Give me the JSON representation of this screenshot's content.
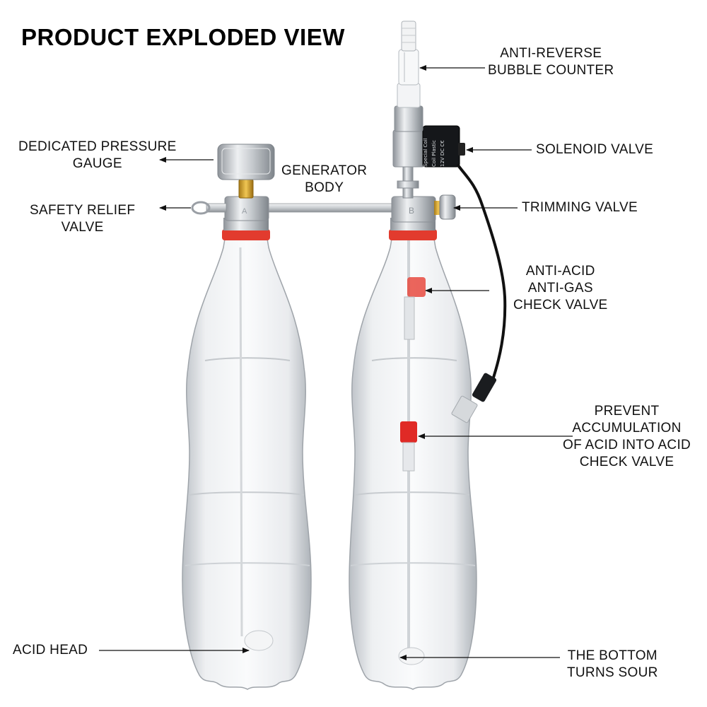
{
  "title": "PRODUCT EXPLODED VIEW",
  "labels": {
    "bubble_counter": [
      "ANTI-REVERSE",
      "BUBBLE COUNTER"
    ],
    "pressure_gauge": [
      "DEDICATED PRESSURE",
      "GAUGE"
    ],
    "generator_body": [
      "GENERATOR",
      "BODY"
    ],
    "solenoid_valve": [
      "SOLENOID VALVE"
    ],
    "safety_relief_valve": [
      "SAFETY RELIEF",
      "VALVE"
    ],
    "trimming_valve": [
      "TRIMMING VALVE"
    ],
    "check_valve": [
      "ANTI-ACID",
      "ANTI-GAS",
      "CHECK VALVE"
    ],
    "acid_check_valve": [
      "PREVENT",
      "ACCUMULATION",
      "OF ACID INTO ACID",
      "CHECK VALVE"
    ],
    "acid_head": [
      "ACID HEAD"
    ],
    "bottom": [
      "THE BOTTOM",
      "TURNS SOUR"
    ]
  },
  "bottle_marks": {
    "left": "A",
    "right": "B"
  },
  "solenoid_text": [
    "Special Coil",
    "Coil Plastic",
    "12V DC C€"
  ],
  "colors": {
    "red_ring": "#e23b2e",
    "metal": "#c9ccd0",
    "cable": "#111111"
  }
}
